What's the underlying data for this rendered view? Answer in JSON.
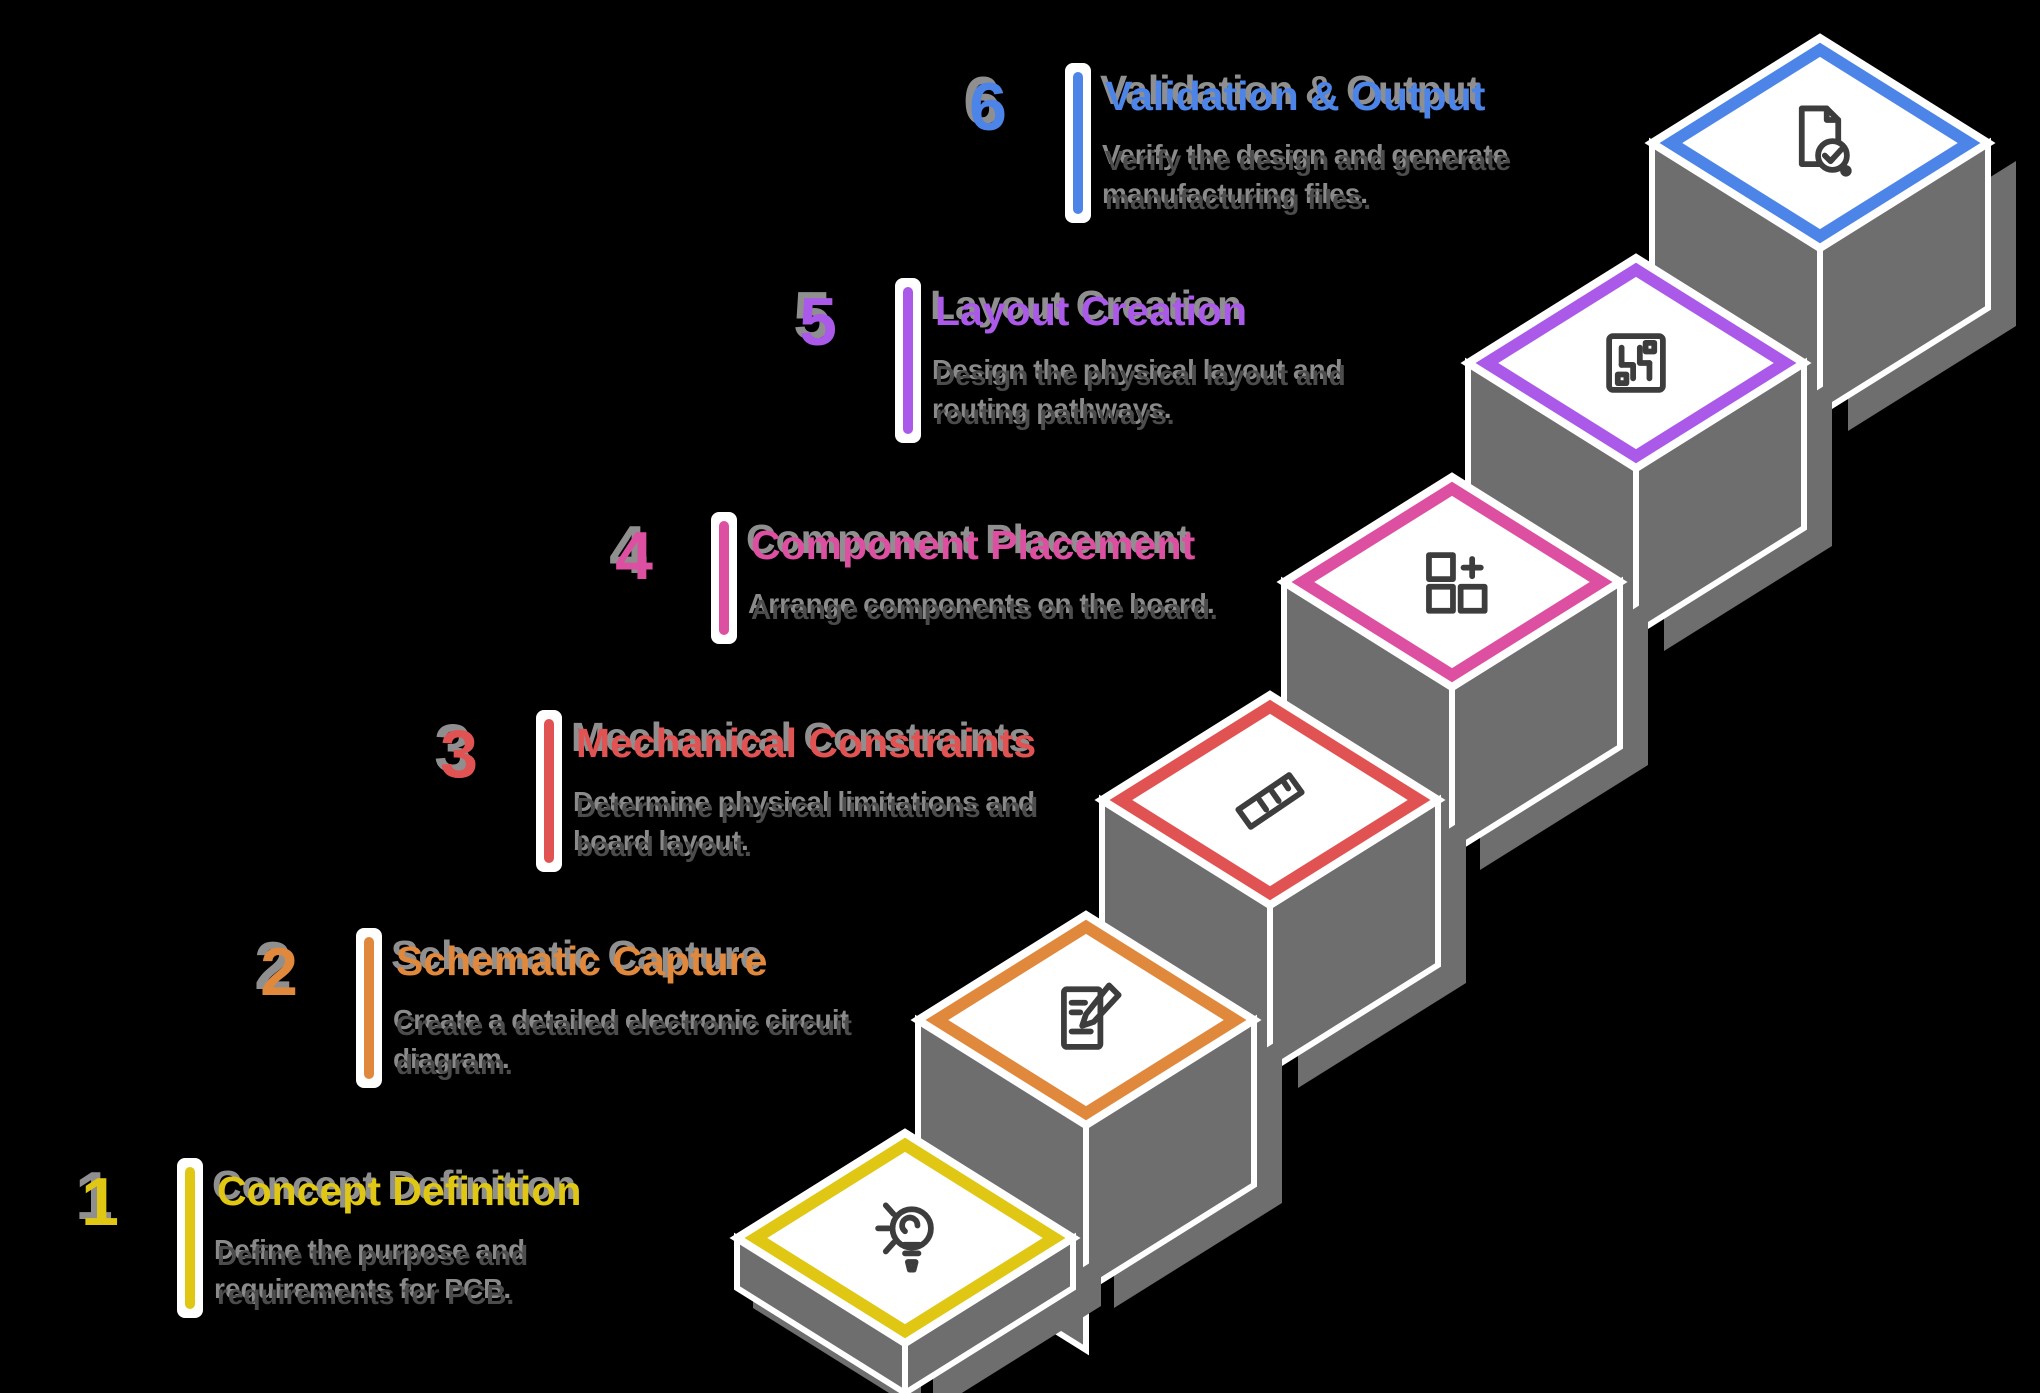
{
  "diagram": {
    "kind": "pcb-design-process-staircase",
    "background_color": "#000000",
    "platform_color": "#6e6e6e",
    "icon_color": "#3d3d3d",
    "description_text_color": "#4c4c4c",
    "echo_shadow_color": "#8f8f8f",
    "panel_color": "#ffffff"
  },
  "steps": [
    {
      "number": "1",
      "title": "Concept Definition",
      "description": "Define the purpose and requirements for PCB.",
      "color": "#e0c713",
      "icon": "idea-lightbulb-icon"
    },
    {
      "number": "2",
      "title": "Schematic Capture",
      "description": "Create a detailed electronic circuit diagram.",
      "color": "#e0883c",
      "icon": "schematic-edit-icon"
    },
    {
      "number": "3",
      "title": "Mechanical Constraints",
      "description": "Determine physical limitations and board layout.",
      "color": "#e15352",
      "icon": "ruler-icon"
    },
    {
      "number": "4",
      "title": "Component Placement",
      "description": "Arrange components on the board.",
      "color": "#dd4fa1",
      "icon": "components-placement-icon"
    },
    {
      "number": "5",
      "title": "Layout Creation",
      "description": "Design the physical layout and routing pathways.",
      "color": "#aa59e8",
      "icon": "pcb-layout-icon"
    },
    {
      "number": "6",
      "title": "Validation & Output",
      "description": "Verify the design and generate manufacturing files.",
      "color": "#4c84e8",
      "icon": "file-check-icon"
    }
  ]
}
